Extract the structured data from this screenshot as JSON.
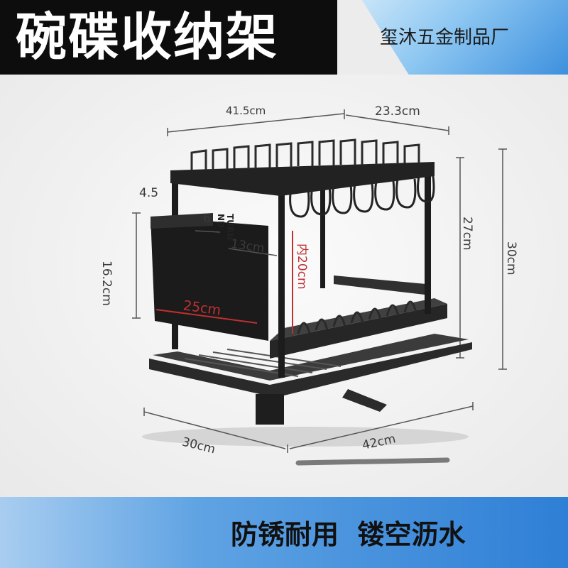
{
  "header": {
    "title": "碗碟收纳架",
    "brand": "玺沐五金制品厂"
  },
  "dimensions": {
    "top_width_left": "41.5cm",
    "top_width_right": "23.3cm",
    "side_gap": "4.5",
    "cup_gap": "6",
    "holder_height": "16.2cm",
    "inner_width": "13cm",
    "inner_height": "内20cm",
    "holder_length": "25cm",
    "upper_height": "27cm",
    "total_height": "30cm",
    "base_depth": "30cm",
    "base_length": "42cm"
  },
  "product_text": {
    "sticker": "TURN\nND"
  },
  "footer": {
    "slogan": "防锈耐用  镂空沥水"
  },
  "colors": {
    "title_bg": "#0d0d0d",
    "footer_accent": "#2e7fd6",
    "rack_black": "#1c1c1c",
    "measure_red": "#c03030"
  }
}
